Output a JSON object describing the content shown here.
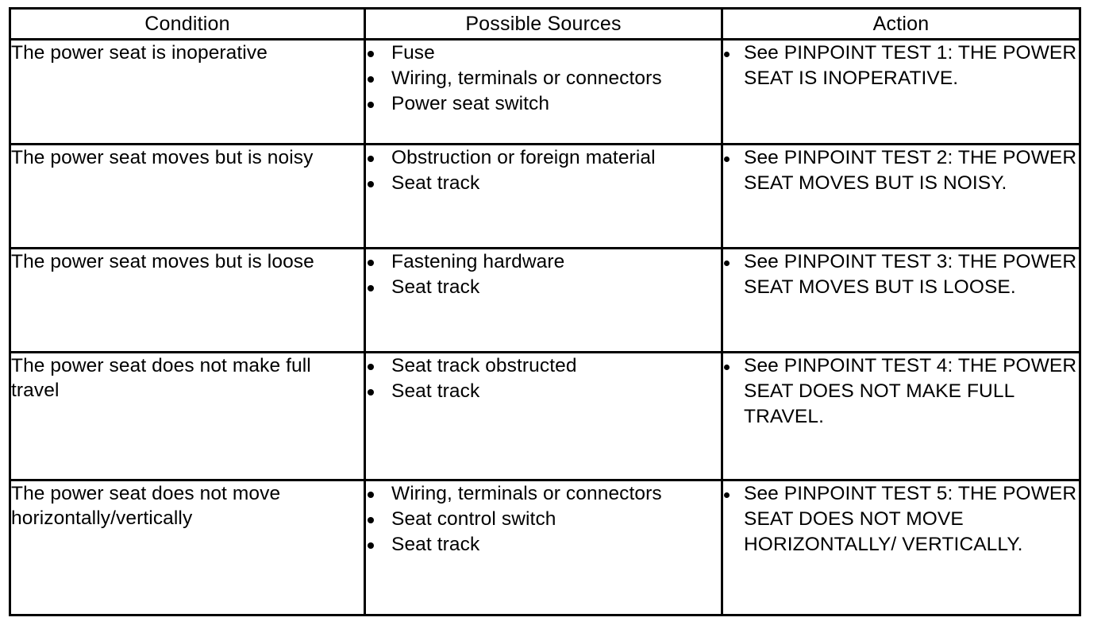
{
  "table": {
    "headers": [
      "Condition",
      "Possible Sources",
      "Action"
    ],
    "rows": [
      {
        "condition": "The power seat is inoperative",
        "sources": [
          "Fuse",
          "Wiring, terminals or connectors",
          "Power seat switch"
        ],
        "actions": [
          "See PINPOINT TEST 1: THE POWER SEAT IS INOPERATIVE."
        ]
      },
      {
        "condition": "The power seat moves but is noisy",
        "sources": [
          "Obstruction or foreign material",
          "Seat track"
        ],
        "actions": [
          "See PINPOINT TEST 2: THE POWER SEAT MOVES BUT IS NOISY."
        ]
      },
      {
        "condition": "The power seat moves but is loose",
        "sources": [
          "Fastening hardware",
          "Seat track"
        ],
        "actions": [
          "See PINPOINT TEST 3: THE POWER SEAT MOVES BUT IS LOOSE."
        ]
      },
      {
        "condition": "The power seat does not make full travel",
        "sources": [
          "Seat track obstructed",
          "Seat track"
        ],
        "actions": [
          "See PINPOINT TEST 4: THE POWER SEAT DOES NOT MAKE FULL TRAVEL."
        ]
      },
      {
        "condition": "The power seat does not move horizontally/vertically",
        "sources": [
          "Wiring, terminals or connectors",
          "Seat control switch",
          "Seat track"
        ],
        "actions": [
          "See PINPOINT TEST 5: THE POWER SEAT DOES NOT MOVE HORIZONTALLY/ VERTICALLY."
        ]
      }
    ]
  },
  "colors": {
    "ink": "#000000",
    "paper": "#ffffff"
  }
}
